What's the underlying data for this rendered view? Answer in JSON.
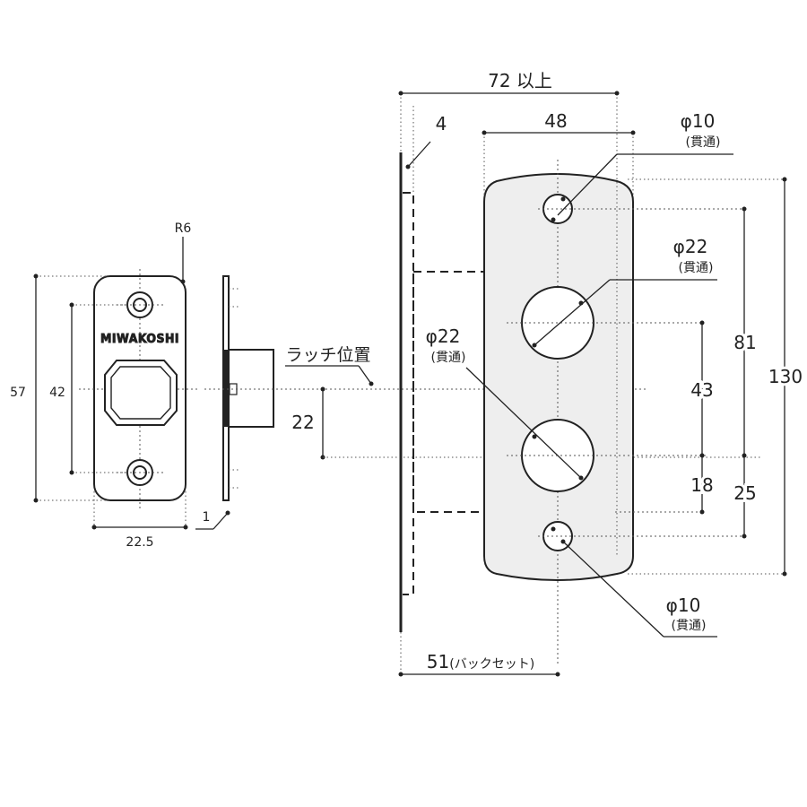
{
  "latch": {
    "radius_label": "R6",
    "height_label": "57",
    "pitch_label": "42",
    "width_label": "22.5",
    "thickness_label": "1",
    "brand_text": "MIWAKOSHI"
  },
  "latch_position_label": "ラッチ位置",
  "offset_label": "22",
  "plate": {
    "min_width_label": "72 以上",
    "hole_spacing_label": "48",
    "edge_label": "4",
    "backset_label": "51",
    "backset_note": "(バックセット)",
    "height_label": "130",
    "pitch_label": "81",
    "center_pitch_label": "43",
    "lower_offset_label": "18",
    "bottom_offset_label": "25",
    "top_hole_label": "φ10",
    "top_hole_note": "(貫通)",
    "upper_hole_label": "φ22",
    "upper_hole_note": "(貫通)",
    "lower_hole_label": "φ22",
    "lower_hole_note": "(貫通)",
    "bottom_hole_label": "φ10",
    "bottom_hole_note": "(貫通)"
  },
  "colors": {
    "ink": "#222222",
    "plate_fill": "#eeeeee",
    "latch_fill": "#ffffff"
  }
}
